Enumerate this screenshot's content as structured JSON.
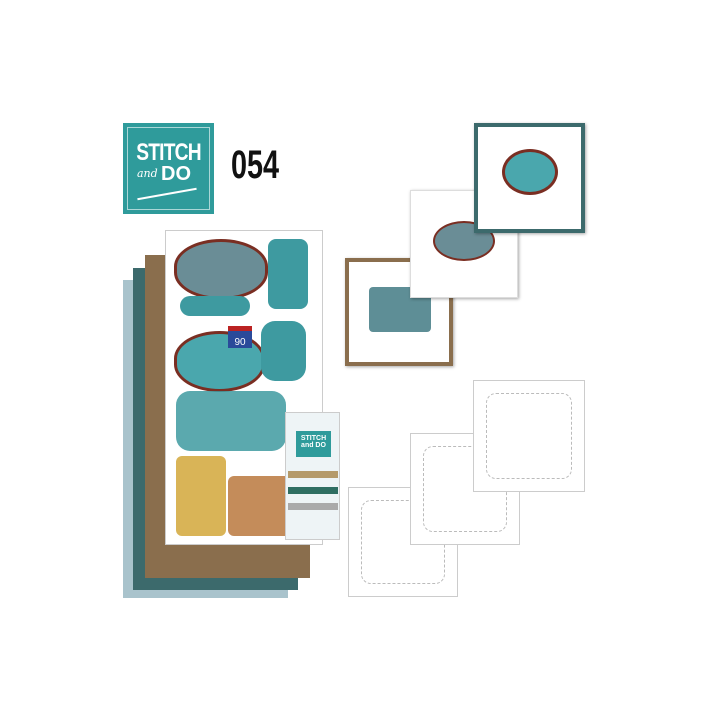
{
  "brand": {
    "line1": "STITCH",
    "line2": "and",
    "line3": "DO",
    "color": "#2f9b9b"
  },
  "product_number": "054",
  "thread_card": {
    "brand_line1": "STITCH",
    "brand_line2": "and DO"
  },
  "cardstock_colors": [
    "#a9c3cc",
    "#3c6a6c",
    "#8a6e4d"
  ],
  "sticker": {
    "road_sign": "90"
  }
}
